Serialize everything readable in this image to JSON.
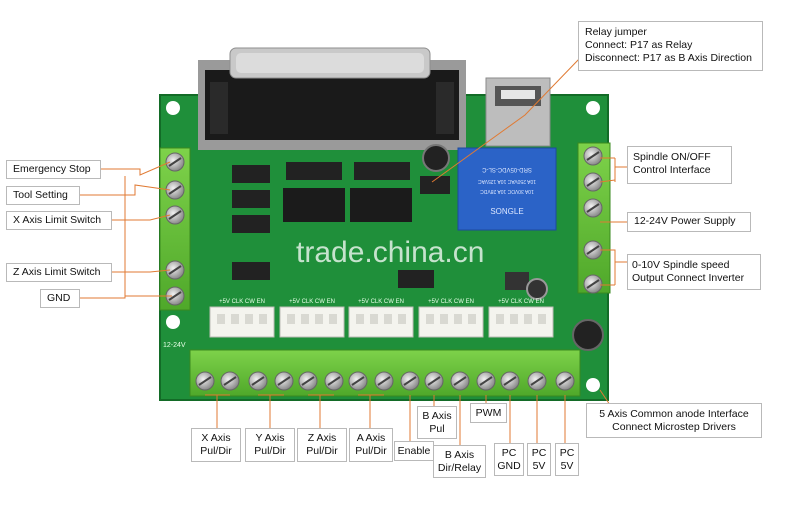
{
  "watermark": "trade.china.cn",
  "relay": {
    "brand": "SONGLE",
    "model": "SRD-05VDC-SL-C",
    "rating1": "10A 250VAC  10A 125VAC",
    "rating2": "10A 30VDC  10A 28VDC"
  },
  "board": {
    "voltage_label": "12-24V",
    "header_pins": "+5V CLK CW EN"
  },
  "callouts": {
    "relay_jumper": {
      "line1": "Relay jumper",
      "line2": "Connect: P17 as Relay",
      "line3": "Disconnect: P17 as B Axis Direction"
    },
    "spindle_onoff": {
      "line1": "Spindle ON/OFF",
      "line2": "Control Interface"
    },
    "power_supply": "12-24V Power Supply",
    "spindle_speed": {
      "line1": "0-10V Spindle speed",
      "line2": "Output Connect Inverter"
    },
    "emergency_stop": "Emergency Stop",
    "tool_setting": "Tool Setting",
    "x_limit": "X Axis Limit Switch",
    "z_limit": "Z Axis Limit Switch",
    "gnd": "GND",
    "x_axis": {
      "line1": "X Axis",
      "line2": "Pul/Dir"
    },
    "y_axis": {
      "line1": "Y Axis",
      "line2": "Pul/Dir"
    },
    "z_axis": {
      "line1": "Z Axis",
      "line2": "Pul/Dir"
    },
    "a_axis": {
      "line1": "A Axis",
      "line2": "Pul/Dir"
    },
    "enable": "Enable",
    "b_axis_pul": {
      "line1": "B Axis",
      "line2": "Pul"
    },
    "pwm": "PWM",
    "b_axis_dir": {
      "line1": "B Axis",
      "line2": "Dir/Relay"
    },
    "pc_gnd": {
      "line1": "PC",
      "line2": "GND"
    },
    "pc_5v_a": {
      "line1": "PC",
      "line2": "5V"
    },
    "pc_5v_b": {
      "line1": "PC",
      "line2": "5V"
    },
    "common_anode": {
      "line1": "5 Axis Common anode Interface",
      "line2": "Connect Microstep Drivers"
    }
  }
}
